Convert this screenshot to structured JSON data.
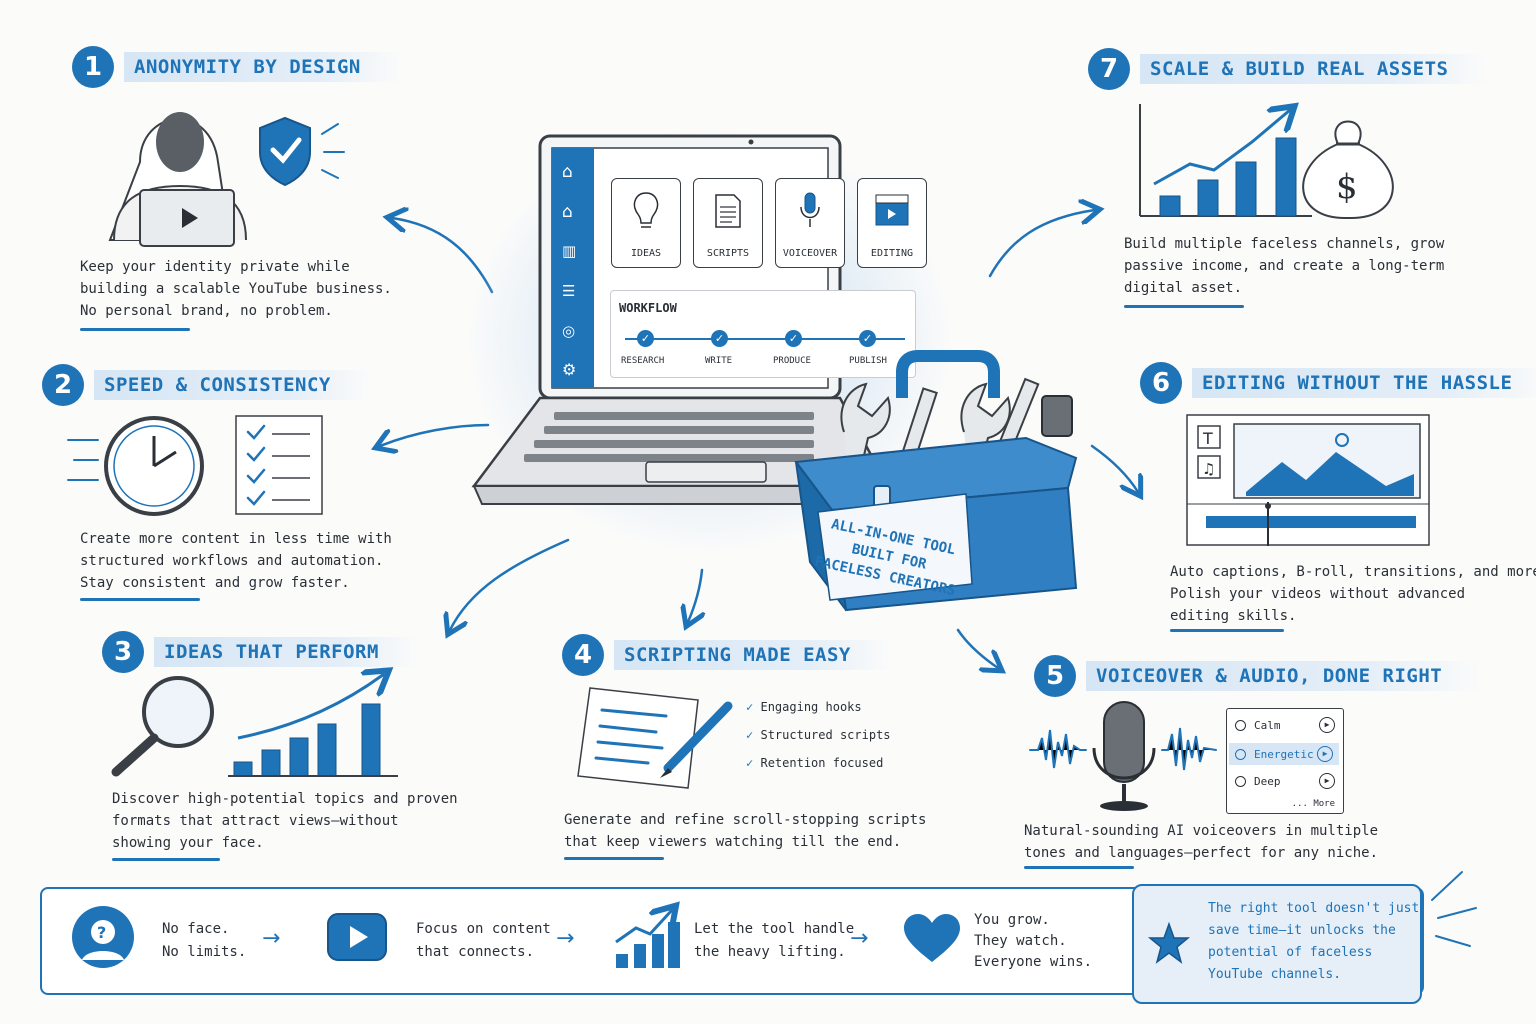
{
  "sections": [
    {
      "number": "1",
      "title": "ANONYMITY BY DESIGN",
      "lines": [
        "Keep your identity private while",
        "building a scalable YouTube business.",
        "No personal brand, no problem."
      ]
    },
    {
      "number": "2",
      "title": "SPEED & CONSISTENCY",
      "lines": [
        "Create more content in less time with",
        "structured workflows and automation.",
        "Stay consistent and grow faster."
      ]
    },
    {
      "number": "3",
      "title": "IDEAS THAT PERFORM",
      "lines": [
        "Discover high-potential topics and proven",
        "formats that attract views—without",
        "showing your face."
      ]
    },
    {
      "number": "4",
      "title": "SCRIPTING MADE EASY",
      "lines": [
        "Generate and refine scroll-stopping scripts",
        "that keep viewers watching till the end."
      ],
      "checklist": [
        "Engaging hooks",
        "Structured scripts",
        "Retention focused"
      ]
    },
    {
      "number": "5",
      "title": "VOICEOVER & AUDIO, DONE RIGHT",
      "lines": [
        "Natural-sounding AI voiceovers in multiple",
        "tones and languages—perfect for any niche."
      ],
      "voices": [
        "Calm",
        "Energetic",
        "Deep"
      ],
      "more": "... More"
    },
    {
      "number": "6",
      "title": "EDITING WITHOUT THE HASSLE",
      "lines": [
        "Auto captions, B-roll, transitions, and more.",
        "Polish your videos without advanced",
        "editing skills."
      ]
    },
    {
      "number": "7",
      "title": "SCALE & BUILD REAL ASSETS",
      "lines": [
        "Build multiple faceless channels, grow",
        "passive income, and create a long-term",
        "digital asset."
      ]
    }
  ],
  "laptop": {
    "cards": [
      "IDEAS",
      "SCRIPTS",
      "VOICEOVER",
      "EDITING"
    ],
    "workflow_title": "WORKFLOW",
    "steps": [
      "RESEARCH",
      "WRITE",
      "PRODUCE",
      "PUBLISH"
    ]
  },
  "toolbox": {
    "lines": [
      "ALL-IN-ONE TOOL",
      "BUILT FOR",
      "FACELESS CREATORS"
    ]
  },
  "bottom": [
    {
      "icon": "question-face-icon",
      "lines": [
        "No face.",
        "No limits."
      ]
    },
    {
      "icon": "play-icon",
      "lines": [
        "Focus on content",
        "that connects."
      ]
    },
    {
      "icon": "growth-chart-icon",
      "lines": [
        "Let the tool handle",
        "the heavy lifting."
      ]
    },
    {
      "icon": "heart-icon",
      "lines": [
        "You grow.",
        "They watch.",
        "Everyone wins."
      ]
    }
  ],
  "quote": {
    "lines": [
      "The right tool doesn't just",
      "save time—it unlocks the",
      "potential of faceless",
      "YouTube channels."
    ]
  },
  "colors": {
    "accent": "#1f73b7",
    "light": "#d6e6f4",
    "ink": "#2a2f36"
  }
}
